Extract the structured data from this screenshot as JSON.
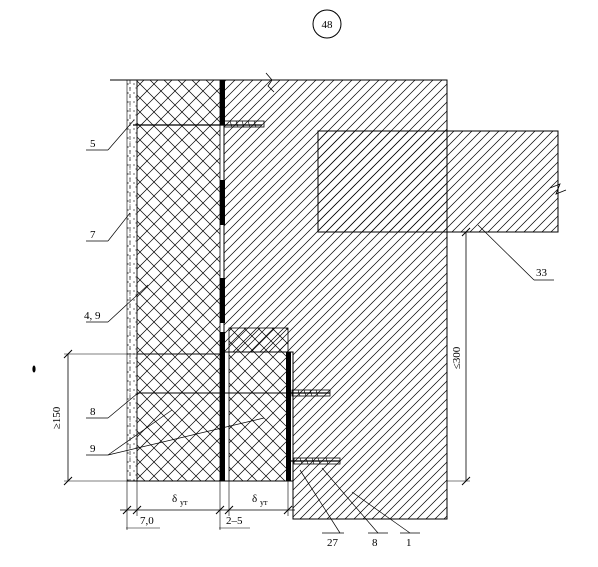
{
  "sheet_number": "48",
  "callouts": {
    "c5": "5",
    "c7": "7",
    "c49": "4, 9",
    "c8_left": "8",
    "c9": "9",
    "c33": "33",
    "c27": "27",
    "c8_bottom": "8",
    "c1": "1"
  },
  "dimensions": {
    "min_height": "≥150",
    "max_height": "≤300",
    "gap_outer": "7,0",
    "gap_inner": "2–5"
  },
  "thickness": {
    "symbol": "δ",
    "subscript": "ут"
  },
  "colors": {
    "line": "#000000",
    "paper": "#ffffff"
  }
}
